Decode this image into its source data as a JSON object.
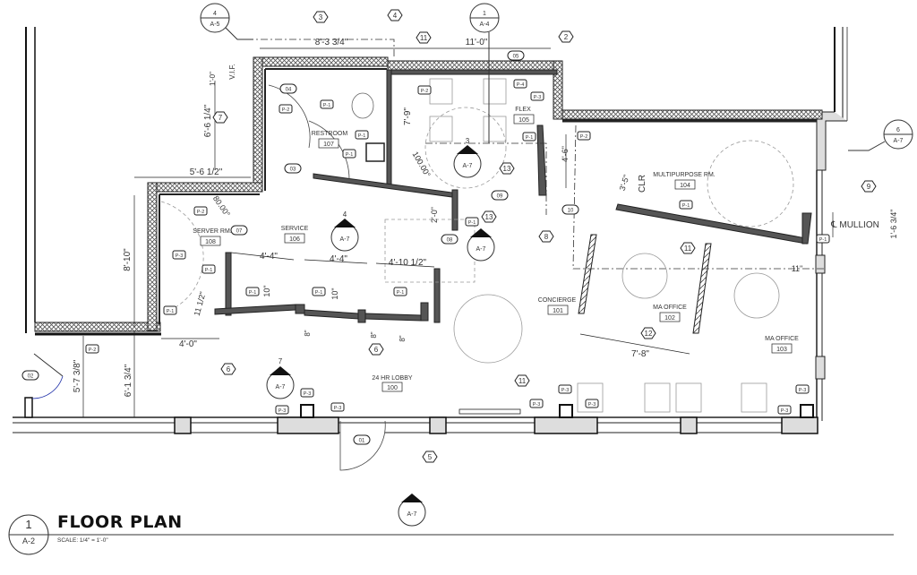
{
  "drawing": {
    "title": "FLOOR PLAN",
    "number": "1",
    "sheet": "A-2",
    "scale": "SCALE:  1/4\" = 1'-0\""
  },
  "rooms": [
    {
      "name": "24 HR LOBBY",
      "number": "100"
    },
    {
      "name": "CONCIERGE",
      "number": "101"
    },
    {
      "name": "MA OFFICE",
      "number": "102"
    },
    {
      "name": "MA OFFICE",
      "number": "103"
    },
    {
      "name": "MULTIPURPOSE RM.",
      "number": "104"
    },
    {
      "name": "FLEX",
      "number": "105"
    },
    {
      "name": "SERVICE",
      "number": "106"
    },
    {
      "name": "RESTROOM",
      "number": "107"
    },
    {
      "name": "SERVER RM.",
      "number": "108"
    }
  ],
  "dimensions": {
    "d1": "8'-3 3/4\"",
    "d2": "11'-0\"",
    "d3": "6'-6 1/4\"",
    "d4": "5'-6 1/2\"",
    "d5": "7'-9\"",
    "d6": "4'-6\"",
    "d7": "3'-5\"",
    "d8": "CLR",
    "d9": "8'-10\"",
    "d10": "4'-4\"",
    "d11": "4'-4\"",
    "d12": "4'-10 1/2\"",
    "d13": "2'-0\"",
    "d14": "11 1/2\"",
    "d15": "10\"",
    "d16": "10\"",
    "d17": "4'-0\"",
    "d18": "5'-7 3/8\"",
    "d19": "6'-1 3/4\"",
    "d20": "7'-8\"",
    "d21": "11\"",
    "d22": "1'-6 3/4\"",
    "d23": "8\"",
    "d24": "8\"",
    "d25": "8\"",
    "d26": "1'-0\"",
    "d27": "V.I.F.",
    "angle1": "100.00°",
    "angle2": "80.00°",
    "mullion": "℄ MULLION"
  },
  "keynotes": [
    "2",
    "3",
    "4",
    "5",
    "5",
    "6",
    "6",
    "7",
    "8",
    "9",
    "11",
    "11",
    "11",
    "12",
    "13",
    "13"
  ],
  "doors": [
    "01",
    "02",
    "03",
    "04",
    "05",
    "07",
    "08",
    "09",
    "10"
  ],
  "finish_tags": {
    "p1": "P-1",
    "p2": "P-2",
    "p3": "P-3",
    "p4": "P-4"
  },
  "section_markers": [
    {
      "num": "4",
      "sheet": "A-5"
    },
    {
      "num": "1",
      "sheet": "A-4"
    },
    {
      "num": "6",
      "sheet": "A-7"
    }
  ],
  "elevation_markers": [
    {
      "num": "3",
      "sheet": "A-7"
    },
    {
      "num": "4",
      "sheet": "A-7"
    },
    {
      "num": "7",
      "sheet": "A-7"
    },
    {
      "num": "8",
      "sheet": "A-7"
    },
    {
      "num": "",
      "sheet": "A-7"
    }
  ],
  "colors": {
    "line": "#222222",
    "wall_fill": "#555555",
    "hatch": "#888888",
    "dash": "#999999"
  }
}
